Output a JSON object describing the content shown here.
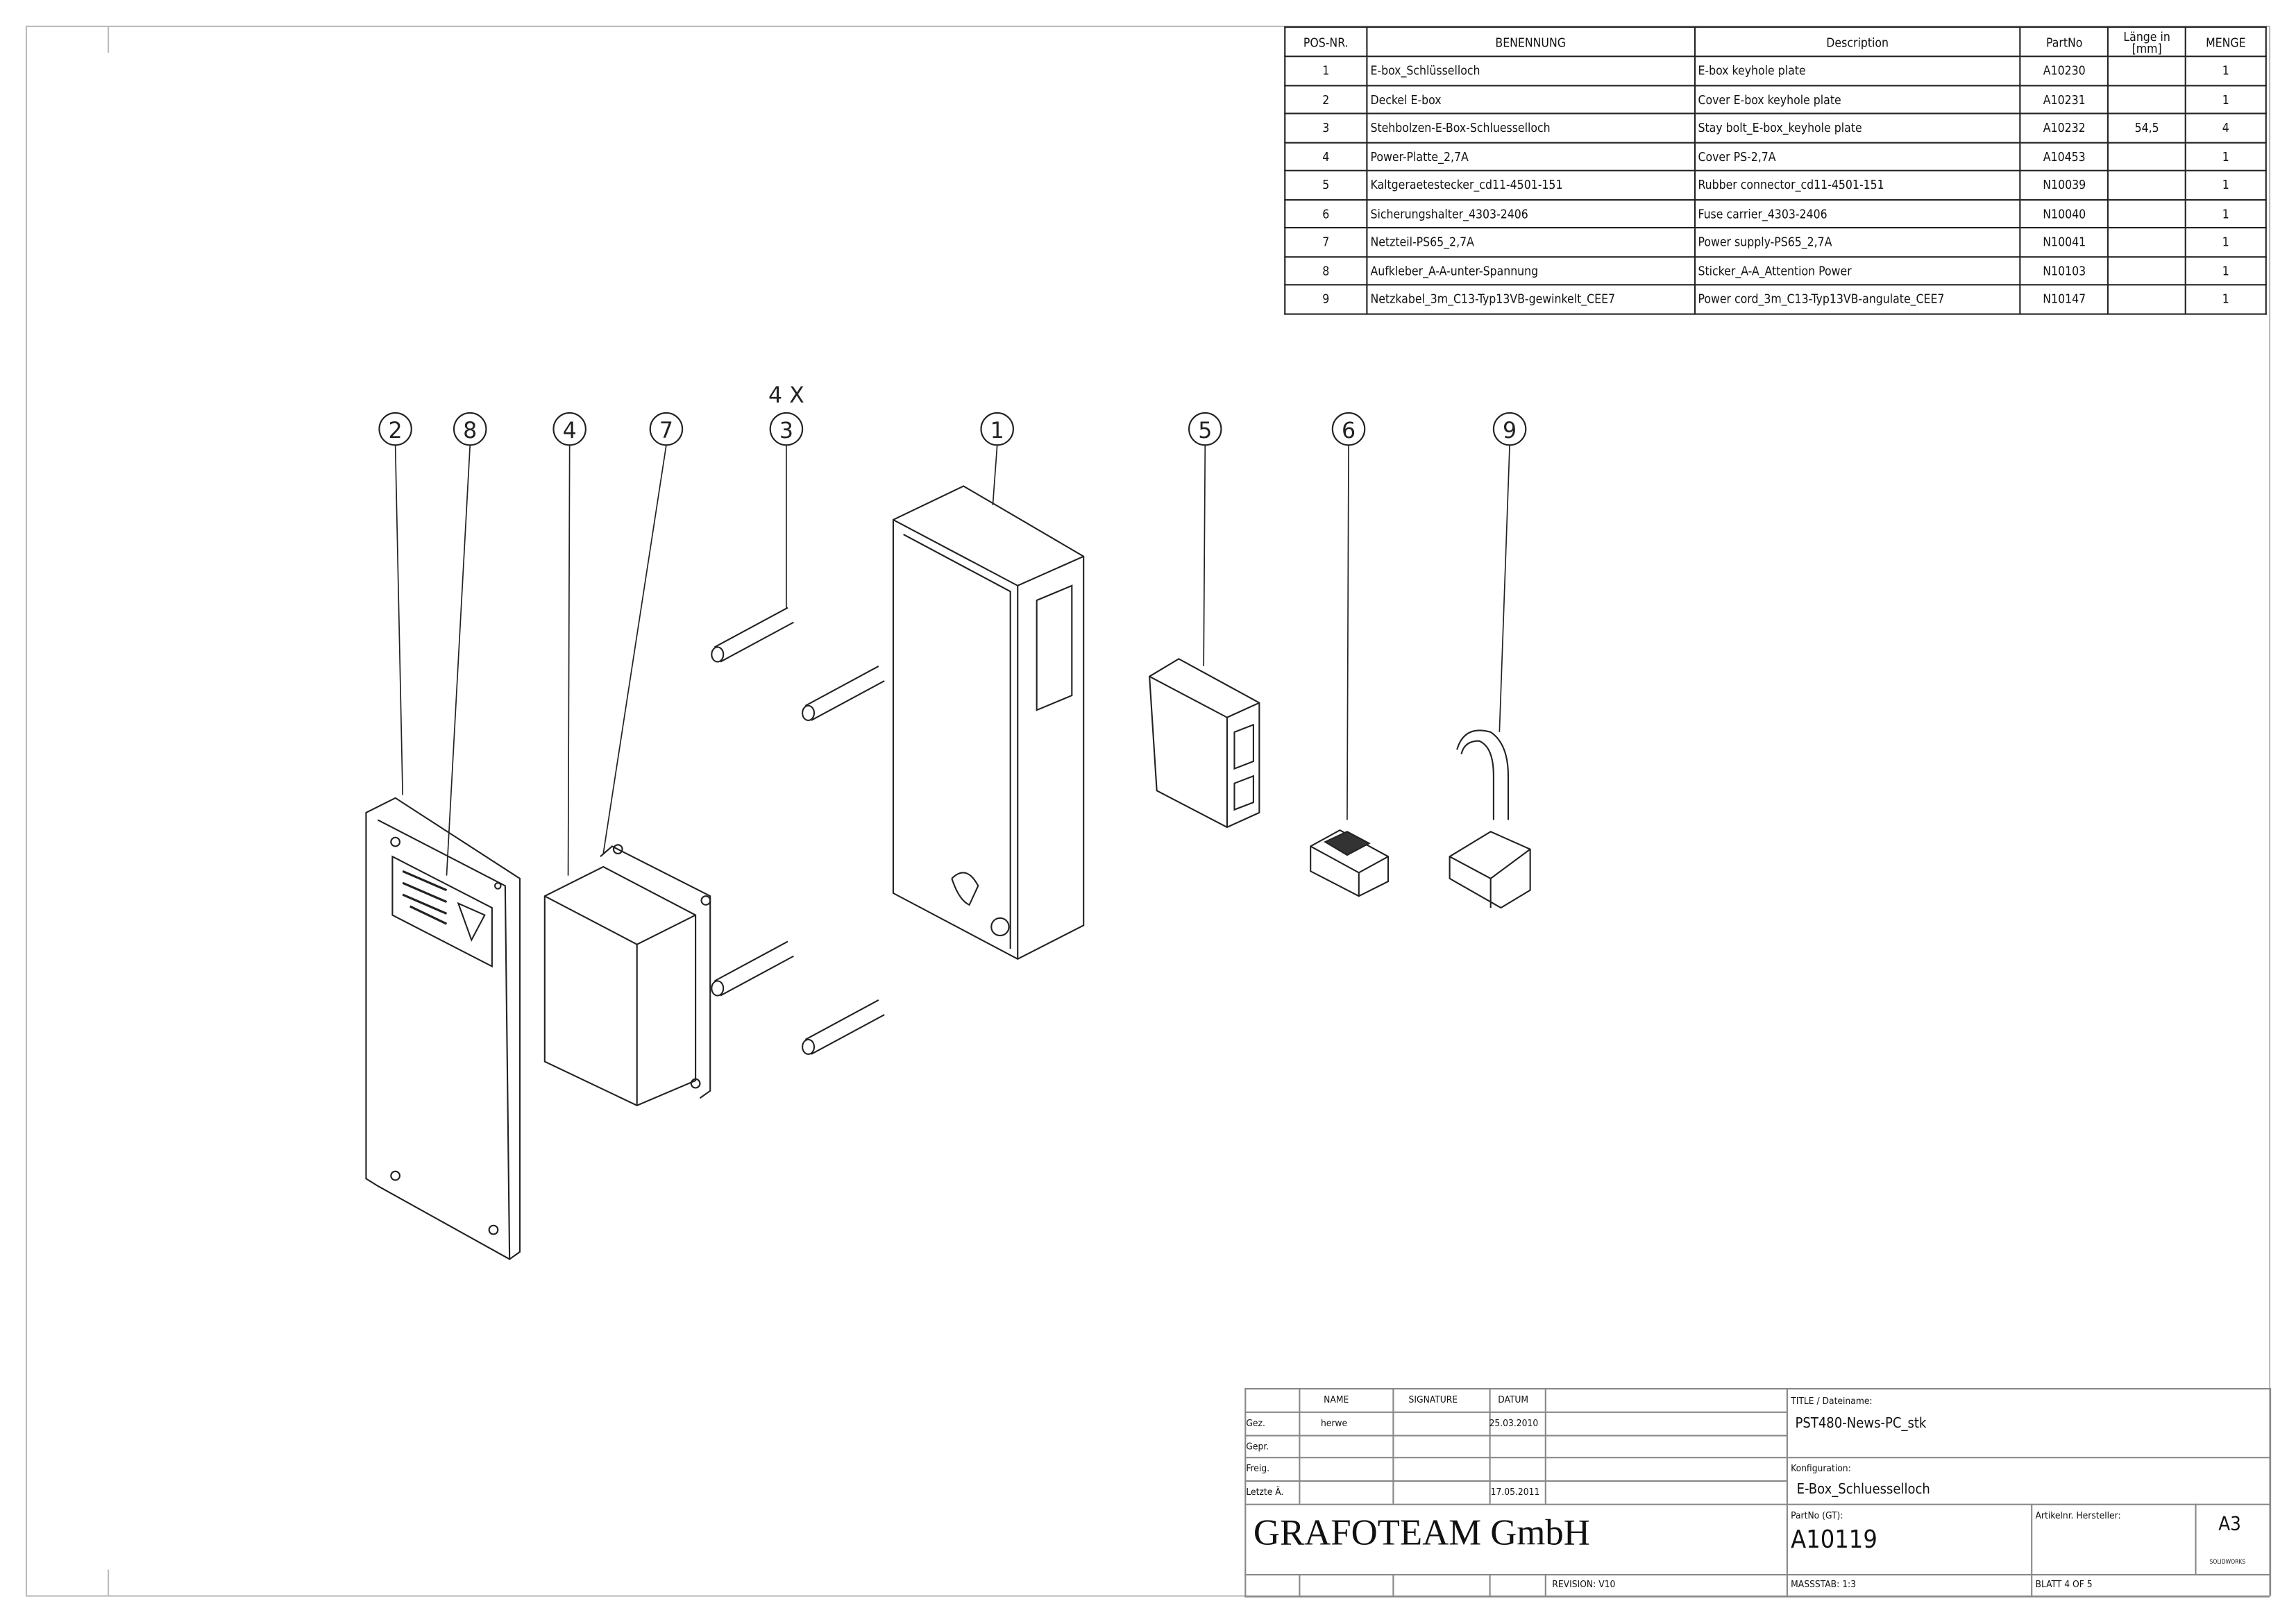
{
  "bom": {
    "headers": {
      "pos": "POS-NR.",
      "benennung": "BENENNUNG",
      "description": "Description",
      "partno": "PartNo",
      "laenge": "Länge in [mm]",
      "menge": "MENGE"
    },
    "rows": [
      {
        "pos": "1",
        "benennung": "E-box_Schlüsselloch",
        "description": "E-box keyhole plate",
        "partno": "A10230",
        "laenge": "",
        "menge": "1"
      },
      {
        "pos": "2",
        "benennung": "Deckel E-box",
        "description": "Cover E-box keyhole plate",
        "partno": "A10231",
        "laenge": "",
        "menge": "1"
      },
      {
        "pos": "3",
        "benennung": "Stehbolzen-E-Box-Schluesselloch",
        "description": "Stay bolt_E-box_keyhole plate",
        "partno": "A10232",
        "laenge": "54,5",
        "menge": "4"
      },
      {
        "pos": "4",
        "benennung": "Power-Platte_2,7A",
        "description": "Cover PS-2,7A",
        "partno": "A10453",
        "laenge": "",
        "menge": "1"
      },
      {
        "pos": "5",
        "benennung": "Kaltgeraetestecker_cd11-4501-151",
        "description": "Rubber connector_cd11-4501-151",
        "partno": "N10039",
        "laenge": "",
        "menge": "1"
      },
      {
        "pos": "6",
        "benennung": "Sicherungshalter_4303-2406",
        "description": "Fuse carrier_4303-2406",
        "partno": "N10040",
        "laenge": "",
        "menge": "1"
      },
      {
        "pos": "7",
        "benennung": "Netzteil-PS65_2,7A",
        "description": "Power supply-PS65_2,7A",
        "partno": "N10041",
        "laenge": "",
        "menge": "1"
      },
      {
        "pos": "8",
        "benennung": "Aufkleber_A-A-unter-Spannung",
        "description": "Sticker_A-A_Attention Power",
        "partno": "N10103",
        "laenge": "",
        "menge": "1"
      },
      {
        "pos": "9",
        "benennung": "Netzkabel_3m_C13-Typ13VB-gewinkelt_CEE7",
        "description": "Power cord_3m_C13-Typ13VB-angulate_CEE7",
        "partno": "N10147",
        "laenge": "",
        "menge": "1"
      }
    ]
  },
  "balloons": [
    "2",
    "8",
    "4",
    "7",
    "3",
    "1",
    "5",
    "6",
    "9"
  ],
  "quantity_note": "4 X",
  "title_block": {
    "name_h": "NAME",
    "signature_h": "SIGNATURE",
    "datum_h": "DATUM",
    "gez": "Gez.",
    "gez_name": "herwe",
    "gez_date": "25.03.2010",
    "gepr": "Gepr.",
    "freig": "Freig.",
    "letzte": "Letzte Ä.",
    "letzte_date": "17.05.2011",
    "title_label": "TITLE / Dateiname:",
    "title": "PST480-News-PC_stk",
    "config_label": "Konfiguration:",
    "config": "E-Box_Schluesselloch",
    "company": "GRAFOTEAM GmbH",
    "partno_label": "PartNo (GT):",
    "partno": "A10119",
    "artikel_label": "Artikelnr. Hersteller:",
    "format": "A3",
    "software": "SOLIDWORKS",
    "revision": "REVISION:  V10",
    "massstab": "MASSSTAB: 1:3",
    "blatt": "BLATT 4 OF 5"
  }
}
